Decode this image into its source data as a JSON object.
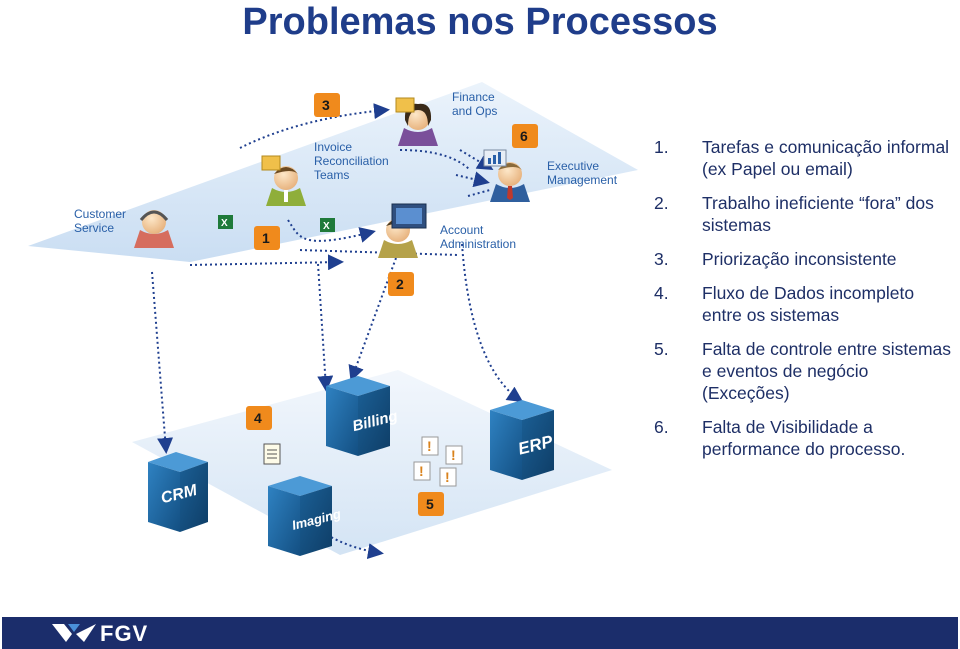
{
  "title": "Problemas nos Processos",
  "roles": {
    "finance_ops": [
      "Finance",
      "and Ops"
    ],
    "invoice": [
      "Invoice",
      "Reconciliation",
      "Teams"
    ],
    "executive": [
      "Executive",
      "Management"
    ],
    "customer_service": [
      "Customer",
      "Service"
    ],
    "account_admin": [
      "Account",
      "Administration"
    ]
  },
  "badges": [
    "1",
    "2",
    "3",
    "4",
    "5",
    "6"
  ],
  "systems": [
    "CRM",
    "Imaging",
    "Billing",
    "ERP"
  ],
  "problems": [
    {
      "num": "1.",
      "text": "Tarefas e comunicação informal (ex Papel ou email)"
    },
    {
      "num": "2.",
      "text": "Trabalho ineficiente “fora” dos sistemas"
    },
    {
      "num": "3.",
      "text": "Priorização inconsistente"
    },
    {
      "num": "4.",
      "text": "Fluxo de Dados incompleto entre os sistemas"
    },
    {
      "num": "5.",
      "text": "Falta de controle entre sistemas e eventos de negócio (Exceções)"
    },
    {
      "num": "6.",
      "text": "Falta de Visibilidade a performance do processo."
    }
  ],
  "footer": {
    "logo": "FGV"
  },
  "colors": {
    "title": "#1f3d8a",
    "accent": "#2a60a8",
    "badge": "#f08a1c",
    "footer": "#1b2d6b",
    "cube": "#1d6aa6"
  }
}
